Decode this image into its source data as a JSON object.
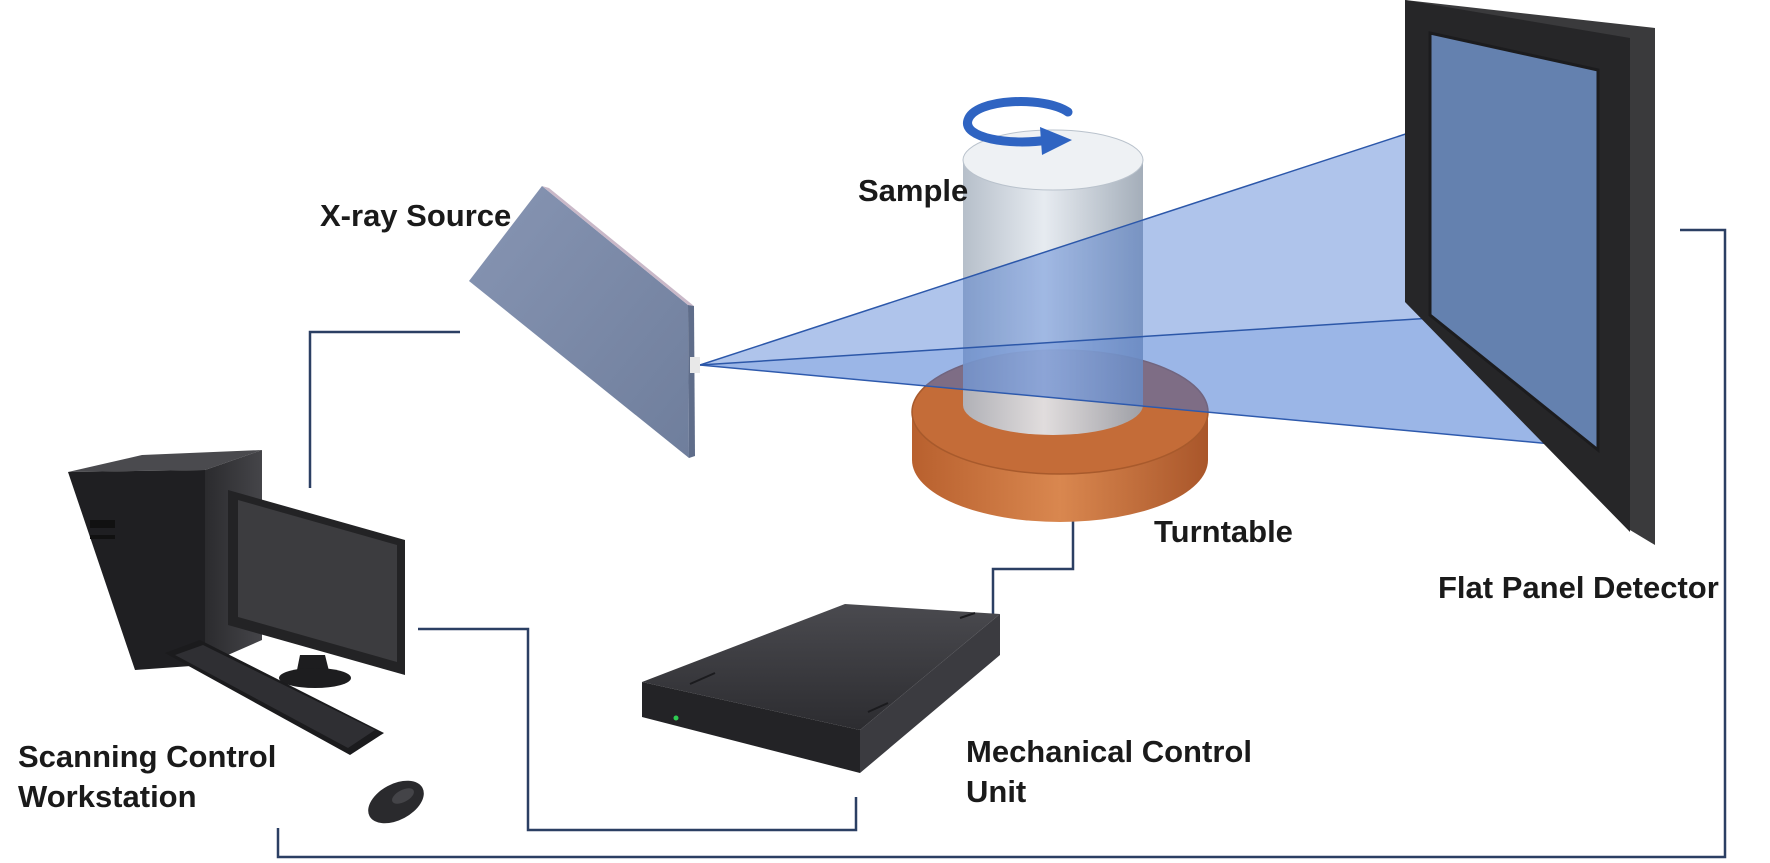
{
  "labels": {
    "xray_source": "X-ray Source",
    "sample": "Sample",
    "turntable": "Turntable",
    "flat_panel_detector": "Flat Panel Detector",
    "mechanical_control_unit_line1": "Mechanical Control",
    "mechanical_control_unit_line2": "Unit",
    "scanning_workstation_line1": "Scanning Control",
    "scanning_workstation_line2": "Workstation"
  },
  "colors": {
    "connector_line": "#2b3f63",
    "xray_beam": "#3c6fd0",
    "xray_source_body": "#7f8fad",
    "turntable": "#c8703c",
    "sample": "#c9d2dc",
    "detector_frame": "#2a2a2a",
    "rotation_arrow": "#2f64c2",
    "device_dark": "#2f2f33"
  },
  "icons": {
    "rotation": "rotation-arrow-icon",
    "led": "status-led-icon"
  }
}
